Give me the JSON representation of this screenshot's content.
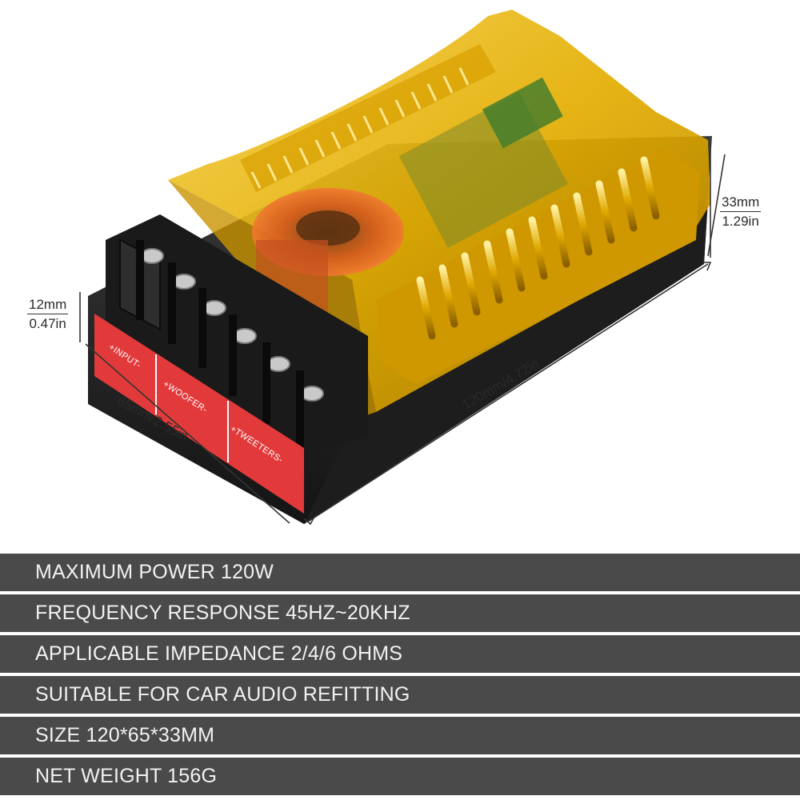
{
  "dimensions": {
    "length": "120mm/4.72in",
    "width": "65mm/2.55in",
    "height_mm": "33mm",
    "height_in": "1.29in",
    "terminal_height_mm": "12mm",
    "terminal_height_in": "0.47in"
  },
  "terminal_labels": {
    "input": "+INPUT-",
    "woofer": "+WOOFER-",
    "tweeters": "+TWEETERS-"
  },
  "specs": [
    "MAXIMUM POWER 120W",
    "FREQUENCY RESPONSE 45HZ~20KHZ",
    "APPLICABLE IMPEDANCE 2/4/6 OHMS",
    "SUITABLE FOR CAR AUDIO REFITTING",
    "SIZE 120*65*33MM",
    "NET WEIGHT 156G"
  ],
  "colors": {
    "housing": "#e8b400",
    "base": "#2a2a2a",
    "label_strip": "#e23a3a",
    "spec_row": "#4a4a4a"
  }
}
